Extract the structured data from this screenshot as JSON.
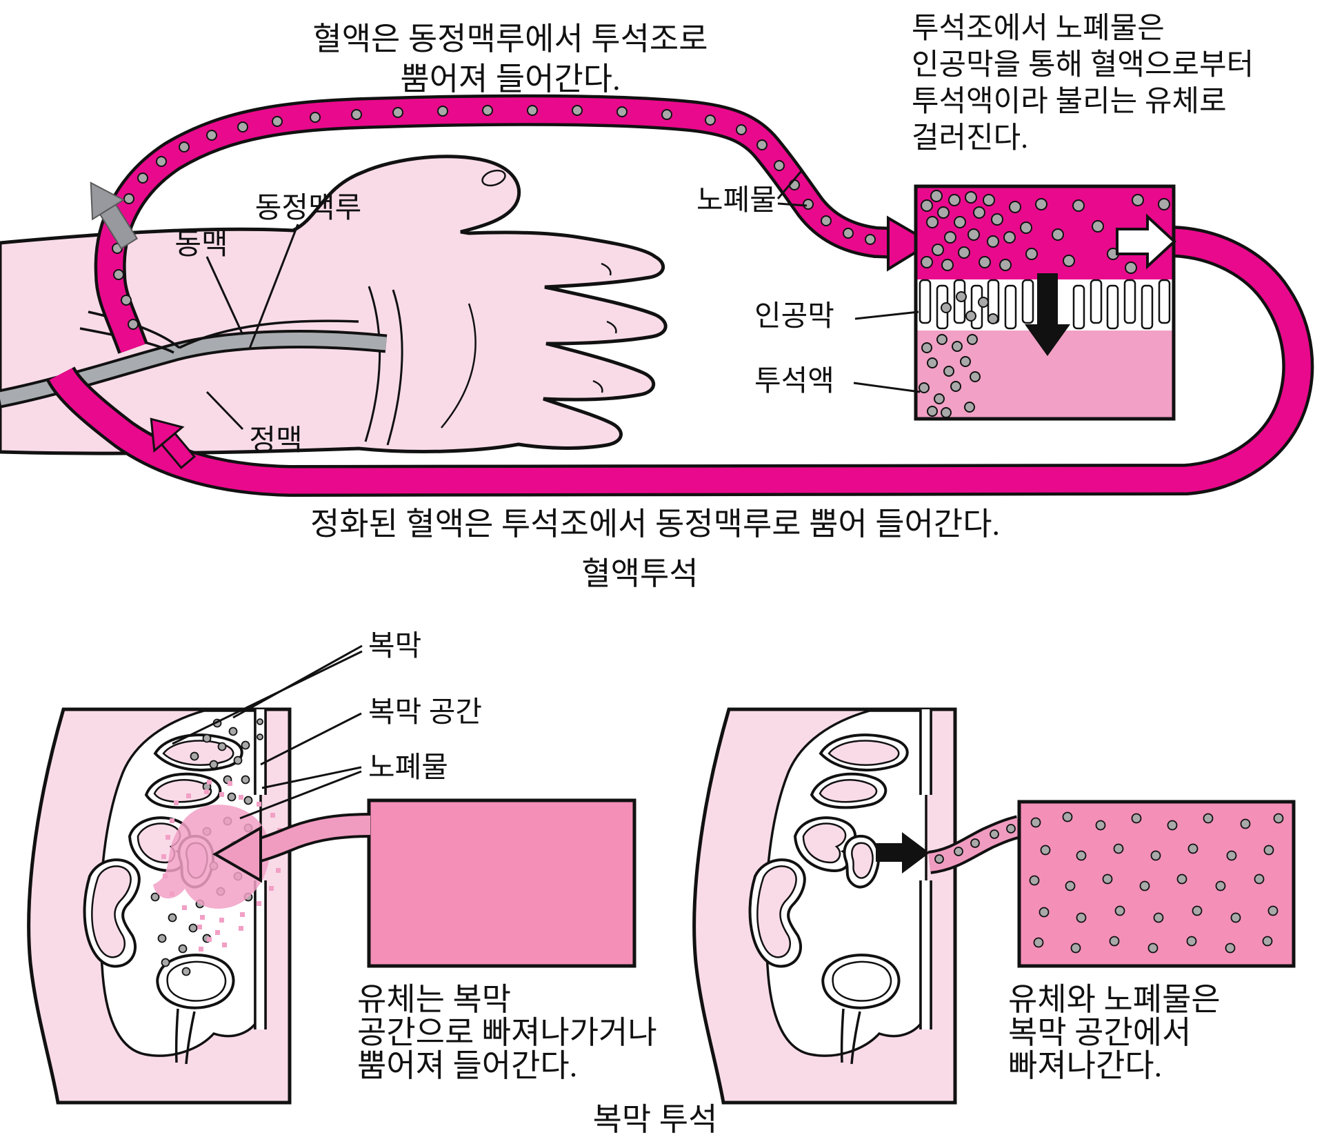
{
  "top_caption": {
    "line1": "혈액은 동정맥루에서 투석조로",
    "line2": "뿜어져 들어간다."
  },
  "top_right_caption": {
    "line1": "투석조에서 노폐물은",
    "line2": "인공막을 통해 혈액으로부터",
    "line3": "투석액이라 불리는 유체로",
    "line4": "걸러진다."
  },
  "hemodialysis": {
    "labels": {
      "artery": "동맥",
      "fistula": "동정맥루",
      "vein": "정맥",
      "waste": "노폐물",
      "membrane": "인공막",
      "dialysate": "투석액"
    },
    "bottom_caption": "정화된 혈액은 투석조에서 동정맥루로 뿜어 들어간다.",
    "title": "혈액투석"
  },
  "peritoneal": {
    "labels": {
      "peritoneum": "복막",
      "peritoneal_space": "복막 공간",
      "waste": "노폐물"
    },
    "left_caption": {
      "line1": "유체는 복막",
      "line2": "공간으로 빠져나가거나",
      "line3": "뿜어져 들어간다."
    },
    "right_caption": {
      "line1": "유체와 노폐물은",
      "line2": "복막 공간에서",
      "line3": "빠져나간다."
    },
    "title": "복막 투석"
  },
  "colors": {
    "blood_magenta": "#E9098C",
    "dialysate_pink": "#F2A0C5",
    "bag_pink": "#F48FB8",
    "tube_light_pink": "#F09CC0",
    "body_pink": "#F9DBE8",
    "vessel_gray": "#A8ABB0",
    "waste_dot_gray": "#A9A9A9",
    "arrow_gray": "#97999E",
    "background": "#FFFFFF"
  }
}
